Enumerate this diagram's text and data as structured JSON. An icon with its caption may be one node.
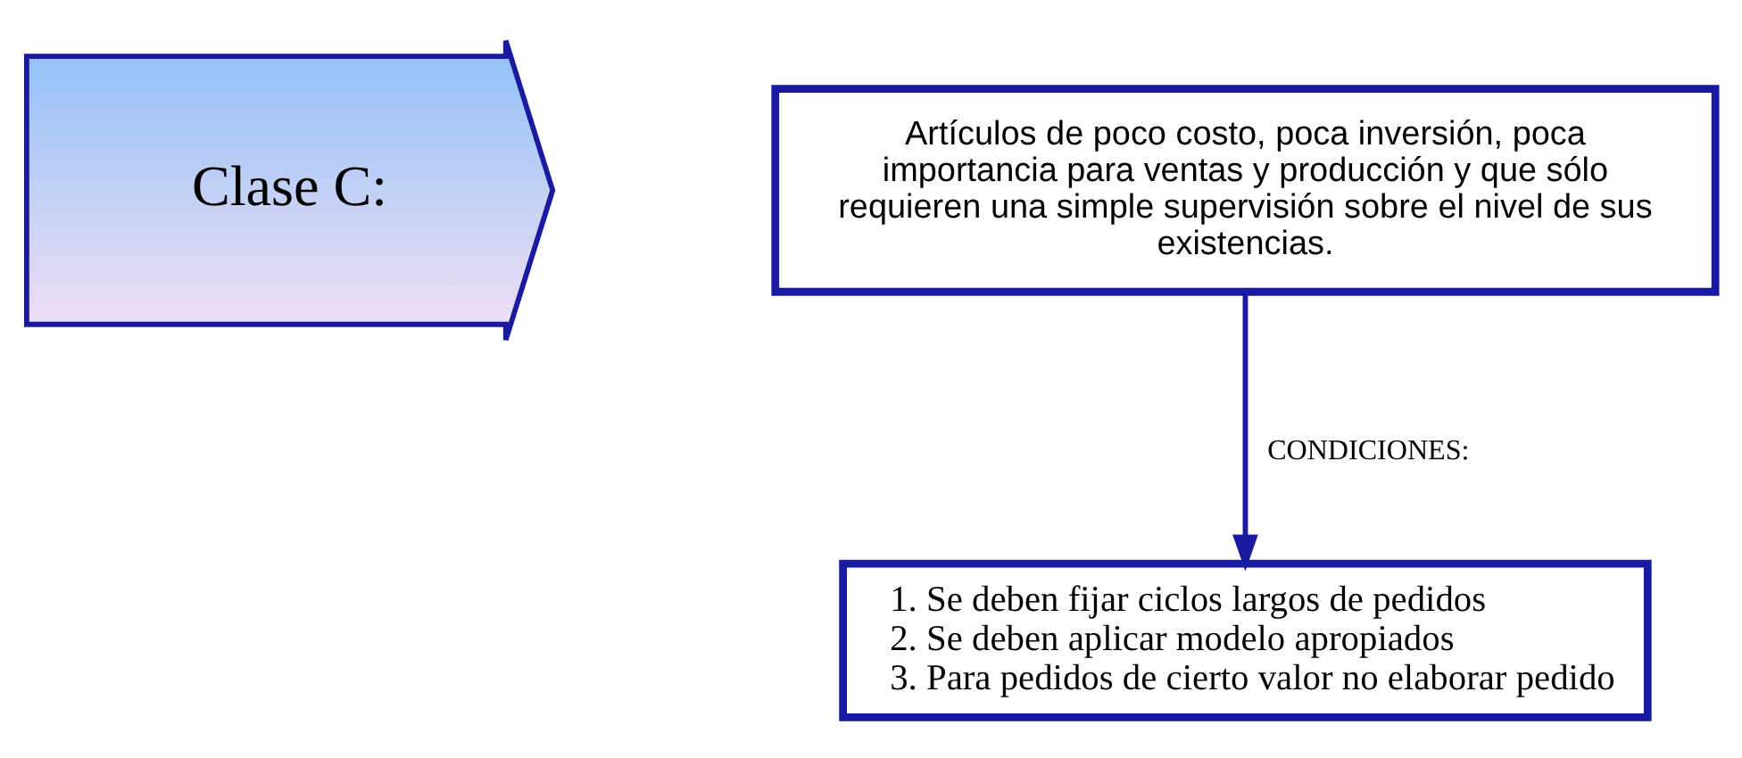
{
  "diagram": {
    "nodes": [
      {
        "text": [
          "Clase C:"
        ]
      },
      {
        "text": [
          "Artículos de poco costo, poca inversión, poca importancia para ventas y producción y que sólo requieren una simple supervisión sobre el nivel de sus existencias."
        ]
      },
      {
        "text": [
          "1. Se deben fijar ciclos largos de pedidos",
          "2. Se deben aplicar modelo apropiados",
          "3. Para pedidos de cierto valor no elaborar pedido"
        ]
      }
    ],
    "edges": [
      {
        "from": 1,
        "to": 2,
        "arrow": "to",
        "label": "CONDICIONES:"
      }
    ]
  }
}
